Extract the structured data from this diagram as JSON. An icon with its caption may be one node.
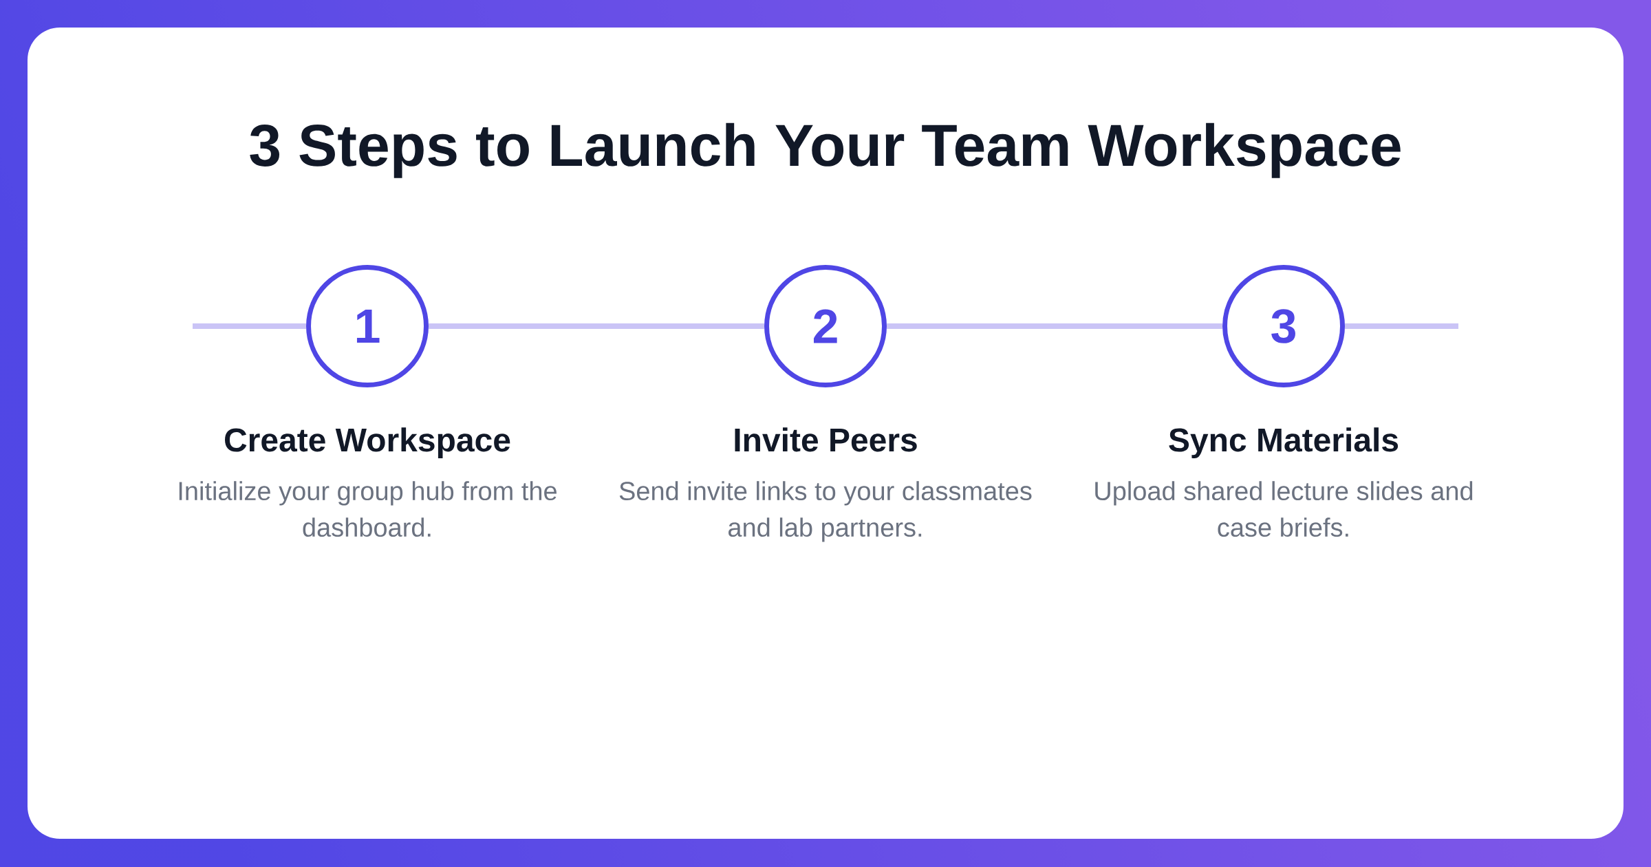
{
  "diagram": {
    "title": "3 Steps to Launch Your Team Workspace",
    "nodes": [
      {
        "text": [
          "1"
        ],
        "beside": [
          "Create Workspace",
          "Initialize your group hub from the dashboard."
        ]
      },
      {
        "text": [
          "2"
        ],
        "beside": [
          "Invite Peers",
          "Send invite links to your classmates and lab partners."
        ]
      },
      {
        "text": [
          "3"
        ],
        "beside": [
          "Sync Materials",
          "Upload shared lecture slides and case briefs."
        ]
      }
    ],
    "edges": [
      {
        "from": null,
        "to": 0,
        "arrow": "none"
      },
      {
        "from": 0,
        "to": 1,
        "arrow": "none"
      },
      {
        "from": 1,
        "to": 2,
        "arrow": "none"
      },
      {
        "from": 2,
        "to": null,
        "arrow": "none"
      }
    ]
  }
}
